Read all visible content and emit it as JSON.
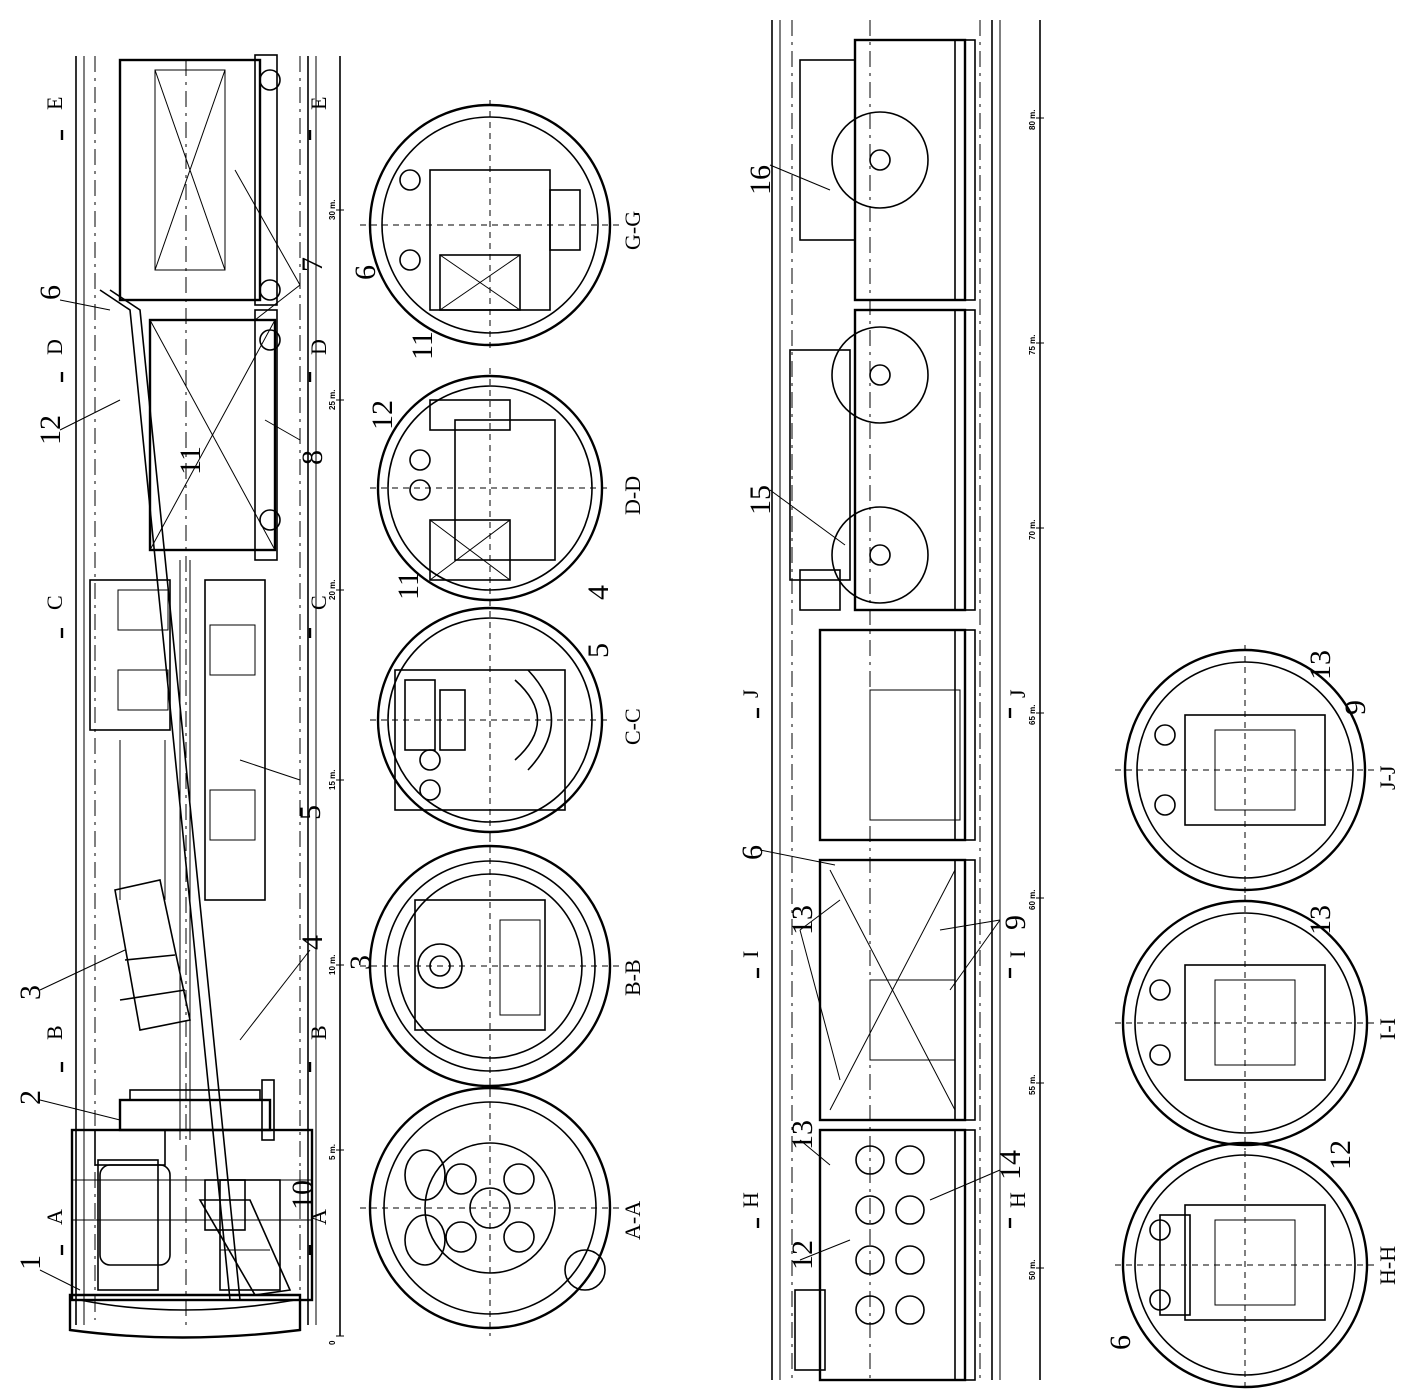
{
  "left_panel": {
    "item_labels": [
      "1",
      "2",
      "3",
      "4",
      "10",
      "3",
      "5",
      "4",
      "5",
      "11",
      "12",
      "6",
      "8",
      "7",
      "11",
      "6",
      "12",
      "11"
    ],
    "section_marks": [
      {
        "letter": "A",
        "left": "A",
        "right": "A"
      },
      {
        "letter": "B",
        "left": "B",
        "right": "B"
      },
      {
        "letter": "C",
        "left": "C",
        "right": "C"
      },
      {
        "letter": "D",
        "left": "D",
        "right": "D"
      },
      {
        "letter": "E",
        "left": "E",
        "right": "E"
      }
    ],
    "section_views": [
      "A-A",
      "B-B",
      "C-C",
      "D-D",
      "G-G"
    ],
    "scale_labels": [
      "0",
      "5 m.",
      "10 m.",
      "15 m.",
      "20 m.",
      "25 m.",
      "30 m."
    ]
  },
  "right_panel": {
    "item_labels": [
      "16",
      "15",
      "6",
      "13",
      "9",
      "13",
      "12",
      "14",
      "13",
      "9",
      "13",
      "12",
      "6"
    ],
    "section_marks": [
      {
        "letter": "J",
        "left": "J",
        "right": "J"
      },
      {
        "letter": "I",
        "left": "I",
        "right": "I"
      },
      {
        "letter": "H",
        "left": "H",
        "right": "H"
      }
    ],
    "section_views": [
      "J-J",
      "I-I",
      "H-H"
    ],
    "scale_labels": [
      "50 m.",
      "55 m.",
      "60 m.",
      "65 m.",
      "70 m.",
      "75 m.",
      "80 m."
    ]
  }
}
